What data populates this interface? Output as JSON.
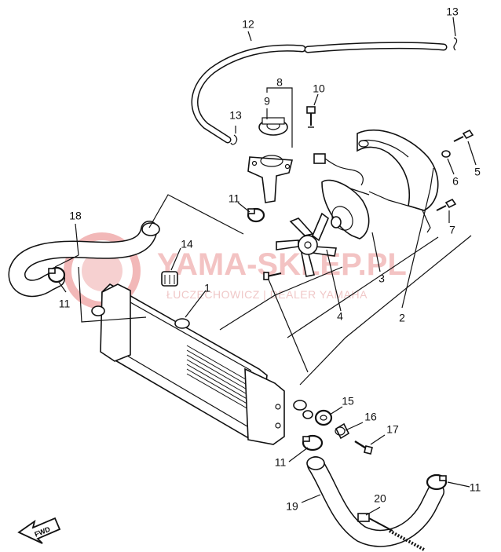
{
  "watermark": {
    "brand": "YAMA-SKLEP.PL",
    "tagline": "ŁUCZECHOWICZ | DEALER YAMAHA"
  },
  "direction_label": "FWD",
  "callouts": {
    "c1": "1",
    "c2": "2",
    "c3": "3",
    "c4": "4",
    "c5": "5",
    "c6": "6",
    "c7": "7",
    "c8": "8",
    "c9": "9",
    "c10": "10",
    "c11a": "11",
    "c11b": "11",
    "c11c": "11",
    "c11d": "11",
    "c12": "12",
    "c13a": "13",
    "c13b": "13",
    "c14": "14",
    "c15": "15",
    "c16": "16",
    "c17": "17",
    "c18": "18",
    "c19": "19",
    "c20": "20"
  }
}
